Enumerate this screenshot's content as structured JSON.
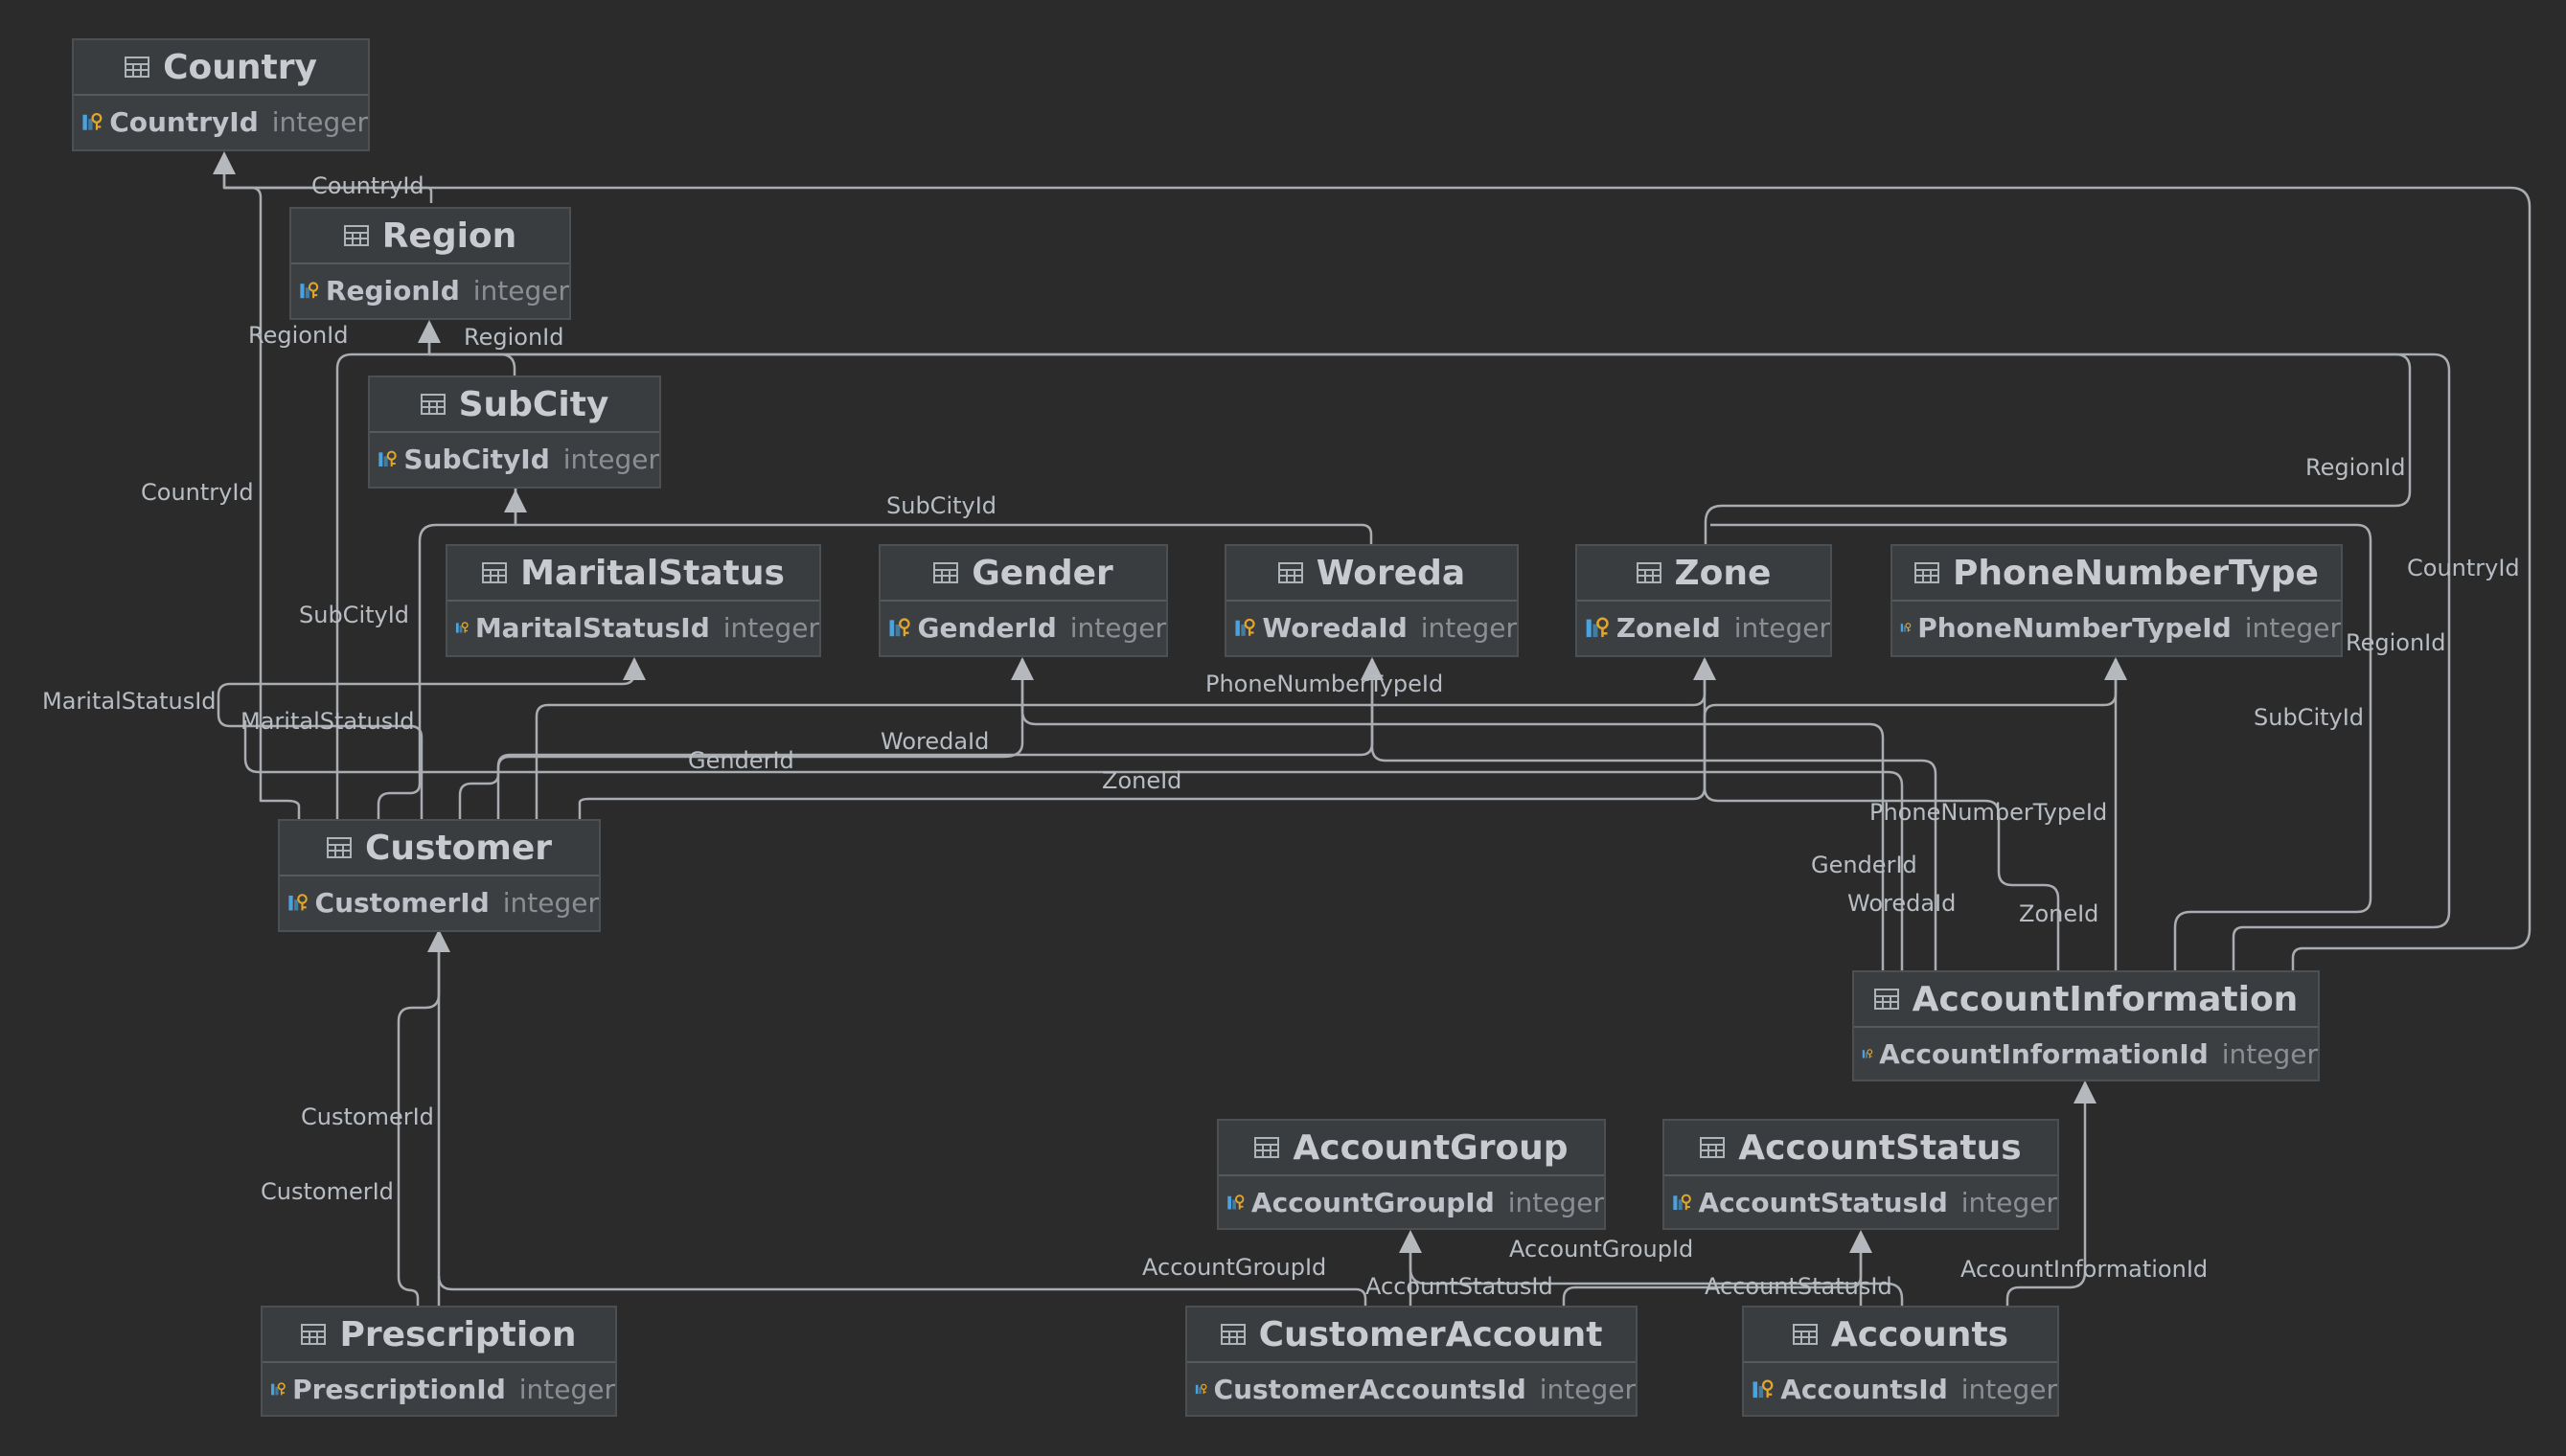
{
  "tables": [
    {
      "id": "country",
      "name": "Country",
      "column": "CountryId",
      "type": "integer"
    },
    {
      "id": "region",
      "name": "Region",
      "column": "RegionId",
      "type": "integer"
    },
    {
      "id": "subcity",
      "name": "SubCity",
      "column": "SubCityId",
      "type": "integer"
    },
    {
      "id": "maritalstatus",
      "name": "MaritalStatus",
      "column": "MaritalStatusId",
      "type": "integer"
    },
    {
      "id": "gender",
      "name": "Gender",
      "column": "GenderId",
      "type": "integer"
    },
    {
      "id": "woreda",
      "name": "Woreda",
      "column": "WoredaId",
      "type": "integer"
    },
    {
      "id": "zone",
      "name": "Zone",
      "column": "ZoneId",
      "type": "integer"
    },
    {
      "id": "phonenumbertype",
      "name": "PhoneNumberType",
      "column": "PhoneNumberTypeId",
      "type": "integer"
    },
    {
      "id": "customer",
      "name": "Customer",
      "column": "CustomerId",
      "type": "integer"
    },
    {
      "id": "accountinformation",
      "name": "AccountInformation",
      "column": "AccountInformationId",
      "type": "integer"
    },
    {
      "id": "accountgroup",
      "name": "AccountGroup",
      "column": "AccountGroupId",
      "type": "integer"
    },
    {
      "id": "accountstatus",
      "name": "AccountStatus",
      "column": "AccountStatusId",
      "type": "integer"
    },
    {
      "id": "prescription",
      "name": "Prescription",
      "column": "PrescriptionId",
      "type": "integer"
    },
    {
      "id": "customeraccount",
      "name": "CustomerAccount",
      "column": "CustomerAccountsId",
      "type": "integer"
    },
    {
      "id": "accounts",
      "name": "Accounts",
      "column": "AccountsId",
      "type": "integer"
    }
  ],
  "edge_labels": [
    "CountryId",
    "RegionId",
    "RegionId",
    "CountryId",
    "SubCityId",
    "SubCityId",
    "MaritalStatusId",
    "MaritalStatusId",
    "GenderId",
    "WoredaId",
    "ZoneId",
    "PhoneNumberTypeId",
    "RegionId",
    "CountryId",
    "RegionId",
    "SubCityId",
    "PhoneNumberTypeId",
    "GenderId",
    "WoredaId",
    "ZoneId",
    "CustomerId",
    "CustomerId",
    "AccountGroupId",
    "AccountStatusId",
    "AccountGroupId",
    "AccountStatusId",
    "AccountInformationId"
  ],
  "colors": {
    "background": "#2b2b2b",
    "table_fill": "#3c3f41",
    "edge": "#a9acb0",
    "text": "#c9cbd0",
    "muted": "#8b8e93",
    "key_gold": "#e3a629",
    "key_blue": "#4aa3df"
  },
  "icons": {
    "table": "table-grid-icon",
    "primary_key": "primary-key-icon"
  }
}
